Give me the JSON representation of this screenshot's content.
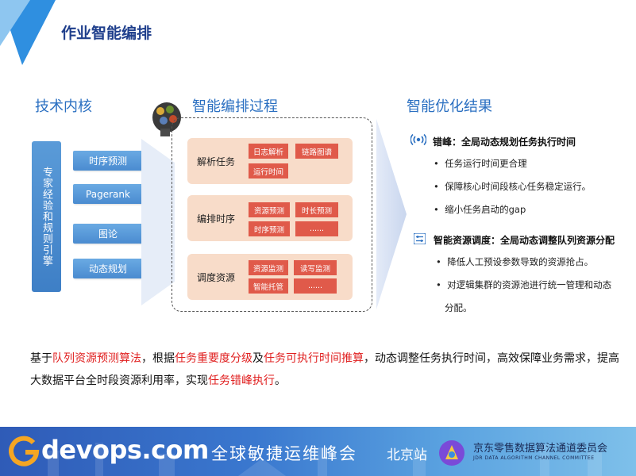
{
  "header": {
    "title": "作业智能编排"
  },
  "sections": {
    "tech_core": "技术内核",
    "process": "智能编排过程",
    "result": "智能优化结果"
  },
  "tech": {
    "expert": "专家经验和规则引擎",
    "items": [
      "时序预测",
      "Pagerank",
      "图论",
      "动态规划"
    ]
  },
  "process_groups": [
    {
      "label": "解析任务",
      "tags": [
        "日志解析",
        "链路图谱",
        "运行时间"
      ]
    },
    {
      "label": "编排时序",
      "tags": [
        "资源预测",
        "时长预测",
        "时序预测",
        "......"
      ]
    },
    {
      "label": "调度资源",
      "tags": [
        "资源监测",
        "读写监测",
        "智能托管",
        "......"
      ]
    }
  ],
  "results": {
    "peak": {
      "icon": "signal-icon",
      "title": "错峰：全局动态规划任务执行时间",
      "items": [
        "任务运行时间更合理",
        "保障核心时间段核心任务稳定运行。",
        "缩小任务启动的gap"
      ]
    },
    "resource": {
      "icon": "sliders-icon",
      "title": "智能资源调度：全局动态调整队列资源分配",
      "items": [
        "降低人工预设参数导致的资源抢占。",
        "对逻辑集群的资源池进行统一管理和动态",
        "分配。"
      ]
    }
  },
  "summary": {
    "p1": "基于",
    "h1": "队列资源预测算法",
    "p2": "，根据",
    "h2": "任务重要度分级",
    "p3": "及",
    "h3": "任务可执行时间推算",
    "p4": "，动态调整任务执行时间，高效保障业务需求，提高大数据平台全时段资源利用率，实现",
    "h4": "任务错峰执行",
    "p5": "。"
  },
  "footer": {
    "brand": "devops.com",
    "summit": "全球敏捷运维峰会",
    "city": "北京站",
    "org_cn": "京东零售数据算法通道委员会",
    "org_en": "JDR DATA ALGORITHM CHANNEL COMMITTEE"
  },
  "colors": {
    "accent": "#2a6fc1",
    "tag": "#e05a4a",
    "group_bg": "#f8dcc9",
    "highlight": "#e02020"
  }
}
